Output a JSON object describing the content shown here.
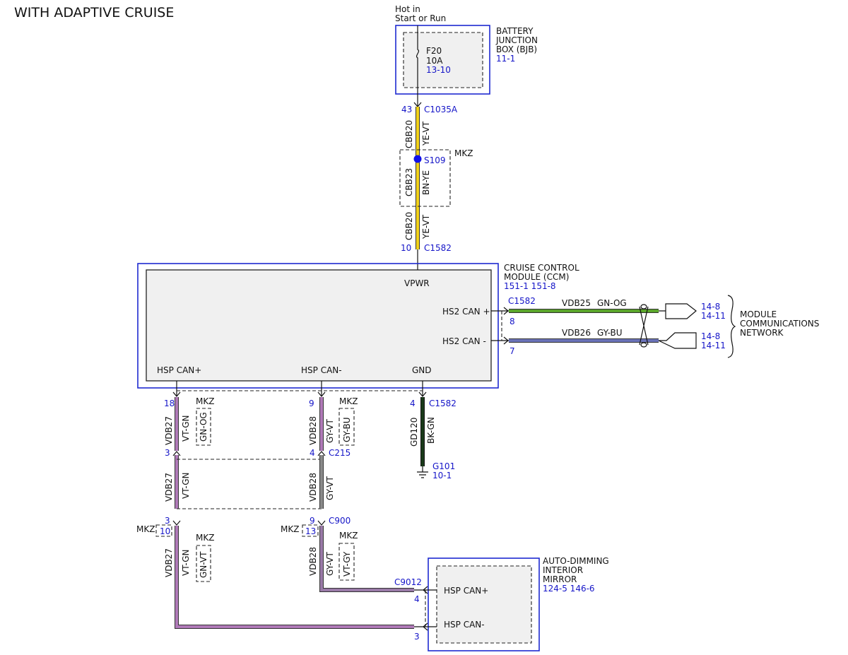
{
  "title": "WITH ADAPTIVE CRUISE",
  "power_source": {
    "line1": "Hot in",
    "line2": "Start or Run"
  },
  "bjb": {
    "name_lines": [
      "BATTERY",
      "JUNCTION",
      "BOX (BJB)"
    ],
    "ref": "11-1",
    "fuse": {
      "name": "F20",
      "rating": "10A",
      "ref": "13-10"
    }
  },
  "c1035a": {
    "pin": "43",
    "connector": "C1035A"
  },
  "wire_top": {
    "circuit": "CBB20",
    "color": "YE-VT"
  },
  "splice": {
    "name": "S109",
    "option": "MKZ",
    "circuit": "CBB23",
    "color": "BN-YE"
  },
  "wire_lower": {
    "circuit": "CBB20",
    "color": "YE-VT"
  },
  "c1582_top": {
    "pin": "10",
    "connector": "C1582"
  },
  "ccm": {
    "name_lines": [
      "CRUISE CONTROL",
      "MODULE (CCM)"
    ],
    "refs": "151-1   151-8",
    "vpwr": "VPWR",
    "hs2_plus": "HS2 CAN +",
    "hs2_minus": "HS2 CAN -",
    "hsp_plus": "HSP CAN+",
    "hsp_minus": "HSP CAN-",
    "gnd": "GND"
  },
  "hs2_connector": "C1582",
  "hs2_plus_wire": {
    "pin": "8",
    "circuit": "VDB25",
    "color": "GN-OG",
    "refs": [
      "14-8",
      "14-11"
    ]
  },
  "hs2_minus_wire": {
    "pin": "7",
    "circuit": "VDB26",
    "color": "GY-BU",
    "refs": [
      "14-8",
      "14-11"
    ]
  },
  "network_lines": [
    "MODULE",
    "COMMUNICATIONS",
    "NETWORK"
  ],
  "hsp_plus_col": {
    "pin1": "18",
    "circuit": "VDB27",
    "color": "VT-GN",
    "opt_label": "MKZ",
    "opt_color": "GN-OG",
    "pin2": "3",
    "circuit2": "VDB27",
    "color2": "VT-GN",
    "pin3": "3",
    "opt_pin_label": "MKZ",
    "opt_pin": "10",
    "circuit3": "VDB27",
    "color3": "VT-GN",
    "opt3_label": "MKZ",
    "opt3_color": "GN-VT"
  },
  "hsp_minus_col": {
    "pin1": "9",
    "circuit": "VDB28",
    "color": "GY-VT",
    "opt_label": "MKZ",
    "opt_color": "GY-BU",
    "pin2": "4",
    "connector2": "C215",
    "circuit2": "VDB28",
    "color2": "GY-VT",
    "pin3": "9",
    "connector3": "C900",
    "opt_pin_label": "MKZ",
    "opt_pin": "13",
    "circuit3": "VDB28",
    "color3": "GY-VT",
    "opt3_label": "MKZ",
    "opt3_color": "VT-GY"
  },
  "gnd_col": {
    "pin": "4",
    "connector": "C1582",
    "circuit": "GD120",
    "color": "BK-GN",
    "ground": "G101",
    "ref": "10-1"
  },
  "mirror": {
    "name_lines": [
      "AUTO-DIMMING",
      "INTERIOR",
      "MIRROR"
    ],
    "refs": "124-5   146-6",
    "connector": "C9012",
    "plus_label": "HSP CAN+",
    "minus_label": "HSP CAN-",
    "pin_plus": "4",
    "pin_minus": "3"
  },
  "colors": {
    "ref_blue": "#1515c8",
    "box_blue": "#1e2ad0",
    "splice_dot": "#1010e8",
    "wire_yellow": "#f2d21a",
    "wire_green": "#5aa52a",
    "wire_blue": "#6a72b8",
    "wire_violet": "#b07ab8",
    "wire_gray": "#8a8a8a",
    "wire_dark": "#1a3a1a"
  }
}
